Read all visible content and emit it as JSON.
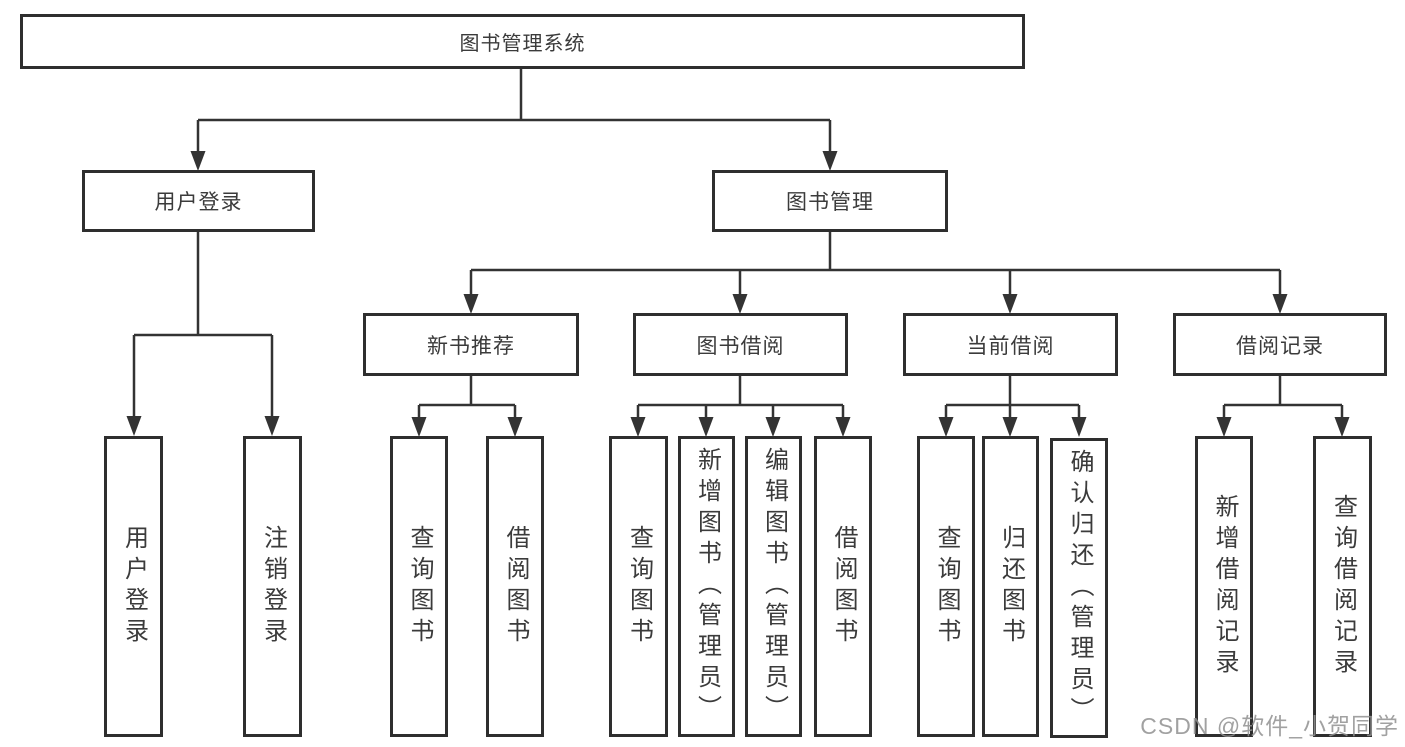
{
  "tree": {
    "root": {
      "label": "图书管理系统",
      "children": [
        {
          "label": "用户登录",
          "children": [
            {
              "label": "用户登录"
            },
            {
              "label": "注销登录"
            }
          ]
        },
        {
          "label": "图书管理",
          "children": [
            {
              "label": "新书推荐",
              "children": [
                {
                  "label": "查询图书"
                },
                {
                  "label": "借阅图书"
                }
              ]
            },
            {
              "label": "图书借阅",
              "children": [
                {
                  "label": "查询图书"
                },
                {
                  "label": "新增图书（管理员）"
                },
                {
                  "label": "编辑图书（管理员）"
                },
                {
                  "label": "借阅图书"
                }
              ]
            },
            {
              "label": "当前借阅",
              "children": [
                {
                  "label": "查询图书"
                },
                {
                  "label": "归还图书"
                },
                {
                  "label": "确认归还（管理员）"
                }
              ]
            },
            {
              "label": "借阅记录",
              "children": [
                {
                  "label": "新增借阅记录"
                },
                {
                  "label": "查询借阅记录"
                }
              ]
            }
          ]
        }
      ]
    }
  },
  "watermark": {
    "text": "CSDN @软件_小贺同学"
  },
  "colors": {
    "line": "#333333",
    "border": "#2e2e2e",
    "text": "#3b3b3b",
    "watermark": "#919191"
  }
}
